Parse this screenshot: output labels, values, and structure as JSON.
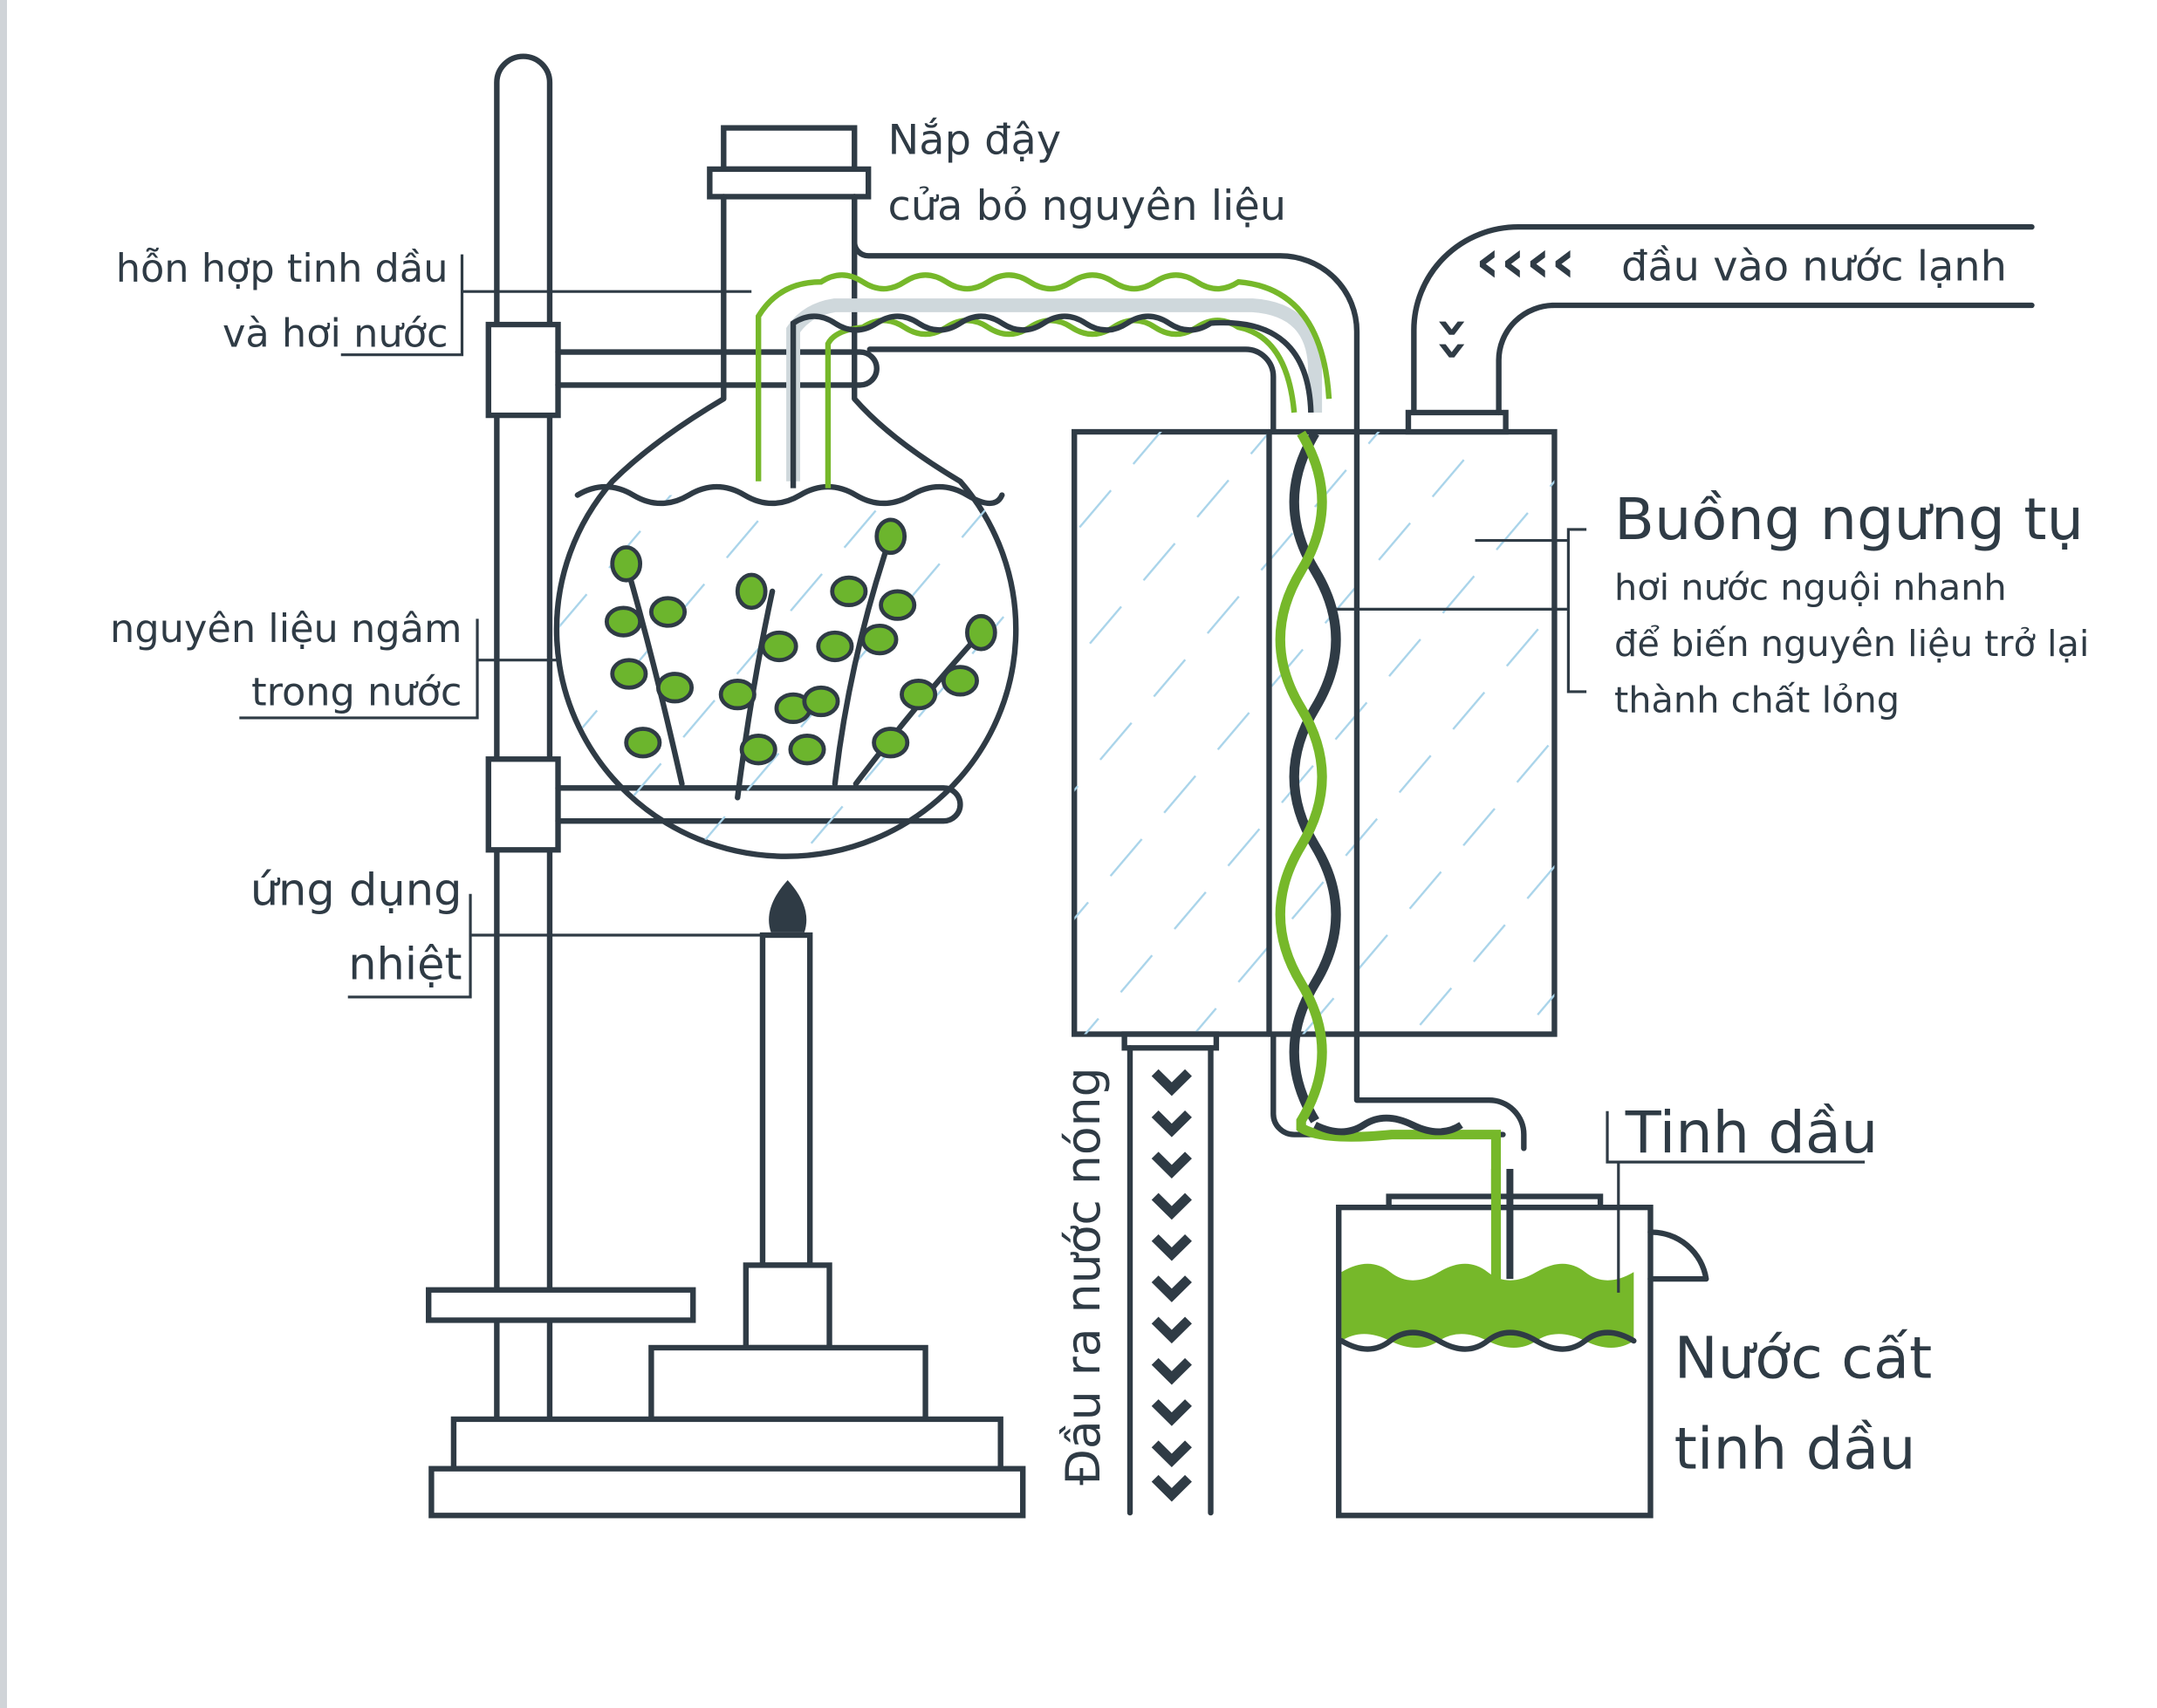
{
  "diagram": {
    "title": "Steam distillation apparatus for essential oil",
    "labels": {
      "cap": "Nắp đậy",
      "cap_sub": "cửa bỏ nguyên liệu",
      "mixture_1": "hỗn hợp tinh dầu",
      "mixture_2": "và hơi nước",
      "material_1": "nguyên liệu ngâm",
      "material_2": "trong nước",
      "heat_1": "ứng dụng",
      "heat_2": "nhiệt",
      "cold_in": "đầu vào nước lạnh",
      "condenser_title": "Buồng ngưng tụ",
      "condenser_desc_1": "hơi nước nguội nhanh",
      "condenser_desc_2": "để biến nguyên liệu trở lại",
      "condenser_desc_3": "thành chất lỏng",
      "hot_out": "Đầu ra nước nóng",
      "oil": "Tinh dầu",
      "hydrosol_1": "Nước cất",
      "hydrosol_2": "tinh dầu"
    },
    "colors": {
      "line": "#2f3b45",
      "green": "#76b82a",
      "water_hatch": "#a9d4ea"
    }
  }
}
